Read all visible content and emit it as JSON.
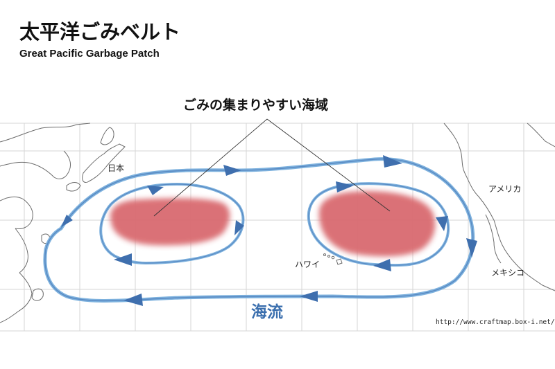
{
  "header": {
    "title_ja": "太平洋ごみベルト",
    "title_en": "Great Pacific Garbage Patch"
  },
  "annotation": {
    "accumulation_label": "ごみの集まりやすい海域"
  },
  "places": {
    "japan": "日本",
    "hawaii": "ハワイ",
    "america": "アメリカ",
    "mexico": "メキシコ"
  },
  "legend": {
    "current_label": "海流"
  },
  "credit": {
    "url": "http://www.craftmap.box-i.net/"
  },
  "colors": {
    "current": "#4a79b8",
    "current_outline": "#7eb2de",
    "garbage": "#d96a70",
    "land_stroke": "#6b6b6b",
    "grid": "#d6d6d6",
    "current_text": "#3b6fae"
  }
}
